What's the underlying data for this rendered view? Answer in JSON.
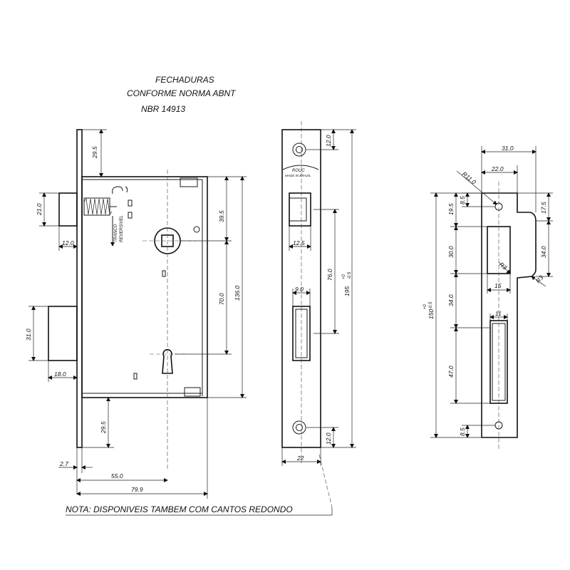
{
  "title": {
    "line1": "FECHADURAS",
    "line2": "CONFORME  NORMA  ABNT",
    "line3": "NBR  14913"
  },
  "note": "NOTA: DISPONIVEIS  TAMBEM  COM  CANTOS  REDONDO",
  "lock_side": {
    "dims": {
      "top_offset": "29.5",
      "latch_height": "21.0",
      "latch_depth": "12.0",
      "bolt_height": "31.0",
      "bolt_depth": "18.0",
      "bottom_offset": "29.5",
      "faceplate_thickness": "2.7",
      "backset": "55.0",
      "case_depth": "79.9",
      "spindle_offset": "39.5",
      "center_distance": "70.0",
      "case_height": "136.0"
    },
    "label_tranco": "TRANCO",
    "label_reversivel": "REVERSIVEL"
  },
  "front_view": {
    "brand": "ROUC",
    "made_in": "MADE IN BRAZIL",
    "dims": {
      "top_screw": "12.0",
      "latch_width": "12.5",
      "center_distance": "76.0",
      "overall_height": "195",
      "overall_tol_plus": "+0",
      "overall_tol_minus": "-0.5",
      "bolt_width": "9.0",
      "bottom_screw": "12.0",
      "plate_width": "22"
    }
  },
  "strike_plate": {
    "dims": {
      "overall_width": "31.0",
      "inner_width": "22.0",
      "radius_top": "R11.0",
      "hole_offset_top": "8.5",
      "upper_offset": "19.5",
      "lip_height": "17.5",
      "latch_opening": "30.0",
      "lip_span": "34.0",
      "radius_mid": "R3",
      "radius_right": "R3",
      "latch_opening_width": "15",
      "gap": "34.0",
      "overall_height": "150",
      "overall_tol_plus": "+0",
      "overall_tol_minus": "-0.5",
      "bolt_opening_width": "11",
      "bolt_opening": "47.0",
      "hole_offset_bottom": "8.5"
    }
  }
}
